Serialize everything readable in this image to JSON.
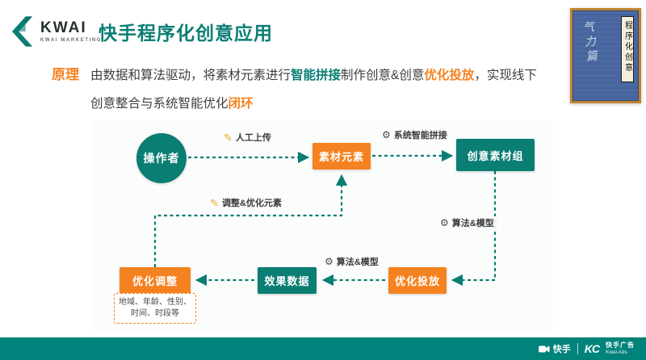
{
  "colors": {
    "teal": "#0B7E74",
    "orange": "#F58220",
    "footer": "#00837A"
  },
  "header": {
    "brand": "KWAI",
    "brand_sub": "KWAI MARKETING",
    "title": "快手程序化创意应用"
  },
  "book_cover": {
    "spine_title": "程序化创意",
    "handwriting": "气力篇"
  },
  "principle": {
    "label": "原理",
    "line1": [
      {
        "text": "由数据和算法驱动，将素材元素进行"
      },
      {
        "text": "智能拼接"
      },
      {
        "text": "制作创意&创意"
      },
      {
        "text": "优化投放"
      },
      {
        "text": "，实现线下"
      }
    ],
    "line2": [
      {
        "text": "创意整合与系统智能优化"
      },
      {
        "text": "闭环"
      }
    ]
  },
  "diagram": {
    "nodes": {
      "operator": "操作者",
      "material": "素材元素",
      "creative_group": "创意素材组",
      "optimize_delivery": "优化投放",
      "effect_data": "效果数据",
      "optimize_adjust": "优化调整"
    },
    "note": "地域、年龄、性别、时间、时段等",
    "labels": {
      "manual_upload": "人工上传",
      "system_splice": "系统智能拼接",
      "algo_model_right": "算法&模型",
      "algo_model_mid": "算法&模型",
      "adjust_elements": "调整&优化元素"
    },
    "icons": {
      "pencil": "✎",
      "gear": "⚙"
    }
  },
  "footer": {
    "kwai_label": "快手",
    "ads_logo": "KC",
    "ads_cn": "快手广告",
    "ads_en": "Kwai Ads"
  }
}
